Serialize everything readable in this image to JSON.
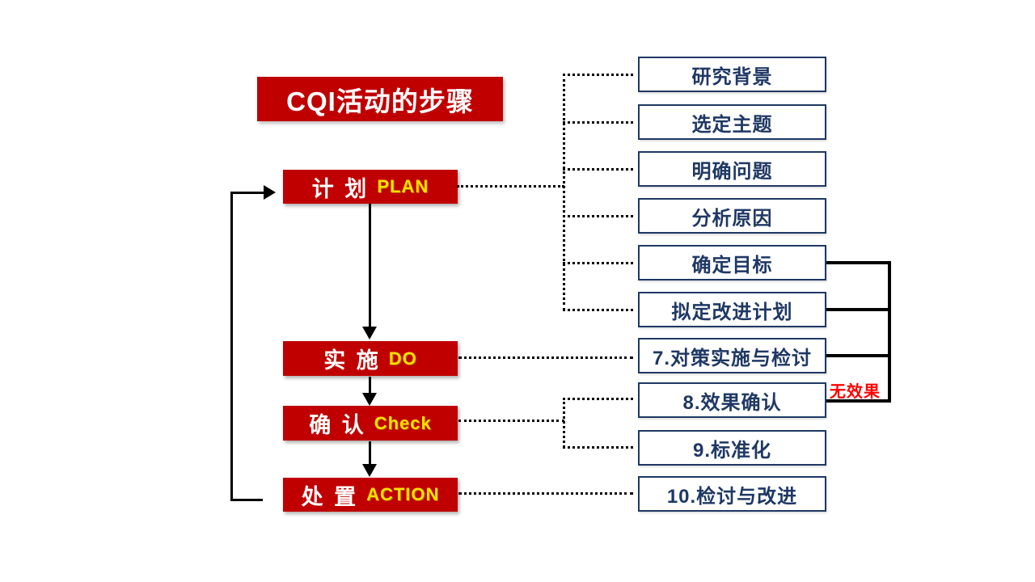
{
  "title": "CQI活动的步骤",
  "pdca_boxes": [
    {
      "zh": "计 划",
      "en": "PLAN"
    },
    {
      "zh": "实 施",
      "en": "DO"
    },
    {
      "zh": "确 认",
      "en": "Check"
    },
    {
      "zh": "处 置",
      "en": "ACTION"
    }
  ],
  "step_boxes": [
    "研究背景",
    "选定主题",
    "明确问题",
    "分析原因",
    "确定目标",
    "拟定改进计划",
    "7.对策实施与检讨",
    "8.效果确认",
    "9.标准化",
    "10.检讨与改进"
  ],
  "annotations": {
    "no_effect": "无效果"
  },
  "colors": {
    "box_red": "#C00000",
    "navy_text": "#1F3864",
    "english_yellow": "#FFE100",
    "alert_red": "#FF0000",
    "line_black": "#000000"
  }
}
